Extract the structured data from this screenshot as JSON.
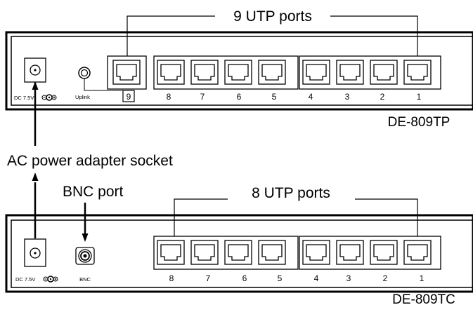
{
  "labels": {
    "tp_count": "9 UTP ports",
    "tc_count": "8 UTP ports",
    "ac_socket": "AC power adapter socket",
    "bnc_port": "BNC port"
  },
  "devices": [
    {
      "model": "DE-809TP",
      "power_label": "DC 7.5V",
      "connector_label": "Uplink",
      "port_numbers": [
        "9",
        "8",
        "7",
        "6",
        "5",
        "4",
        "3",
        "2",
        "1"
      ]
    },
    {
      "model": "DE-809TC",
      "power_label": "DC 7.5V",
      "connector_label": "BNC",
      "port_numbers": [
        "8",
        "7",
        "6",
        "5",
        "4",
        "3",
        "2",
        "1"
      ]
    }
  ]
}
